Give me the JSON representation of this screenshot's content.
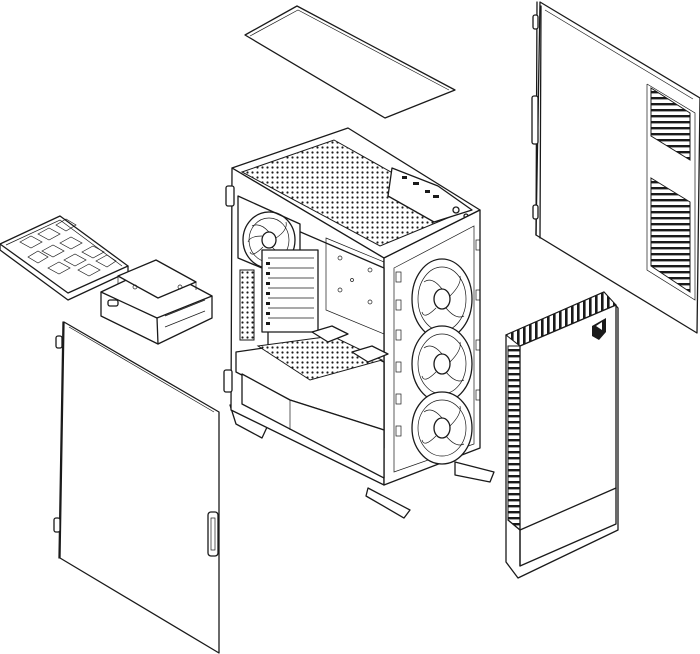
{
  "diagram": {
    "type": "exploded-view",
    "colors": {
      "line": "#1a1a1a",
      "background": "#ffffff"
    },
    "parts": [
      {
        "id": "top-dust-filter",
        "icon": "flat-panel"
      },
      {
        "id": "right-side-panel",
        "icon": "vented-panel"
      },
      {
        "id": "chassis",
        "icon": "pc-case"
      },
      {
        "id": "front-panel",
        "icon": "front-bezel-with-logo"
      },
      {
        "id": "left-side-panel",
        "icon": "glass-panel"
      },
      {
        "id": "bottom-dust-filter",
        "icon": "hex-mesh-filter"
      },
      {
        "id": "drive-cage",
        "icon": "hdd-bracket"
      }
    ],
    "fans": {
      "front": 3,
      "rear": 1
    },
    "expansion_slots": 7
  }
}
